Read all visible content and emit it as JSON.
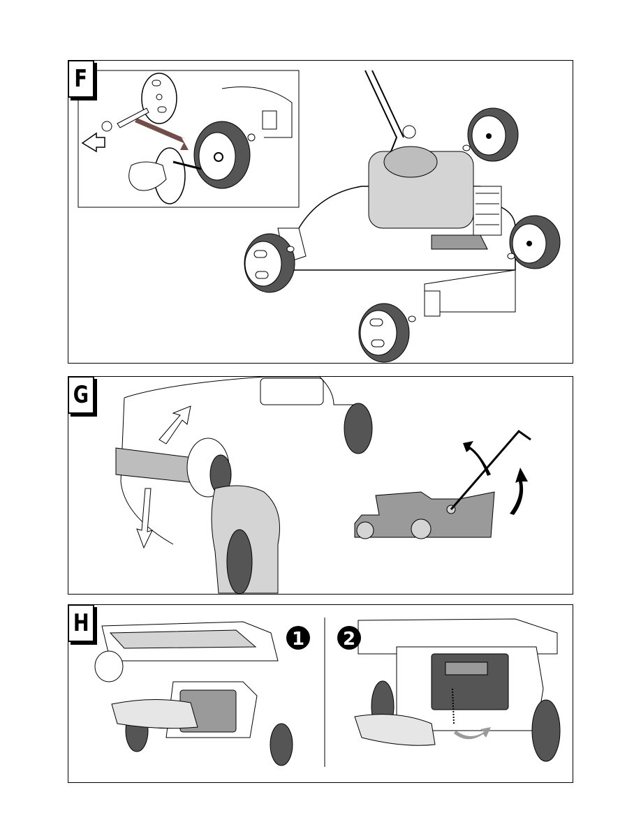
{
  "panels": {
    "f": {
      "label": "F"
    },
    "g": {
      "label": "G"
    },
    "h": {
      "label": "H",
      "step1": "1",
      "step2": "2"
    }
  },
  "colors": {
    "ink": "#000000",
    "shade": "#d4d4d4",
    "mid": "#9a9a9a",
    "arrow": "#5a2e28"
  },
  "icons": [
    "wheel-icon",
    "mower-icon",
    "hand-icon",
    "arrow-icon",
    "bolt-icon",
    "washer-icon",
    "grass-bag-icon",
    "spring-icon",
    "lever-icon"
  ]
}
